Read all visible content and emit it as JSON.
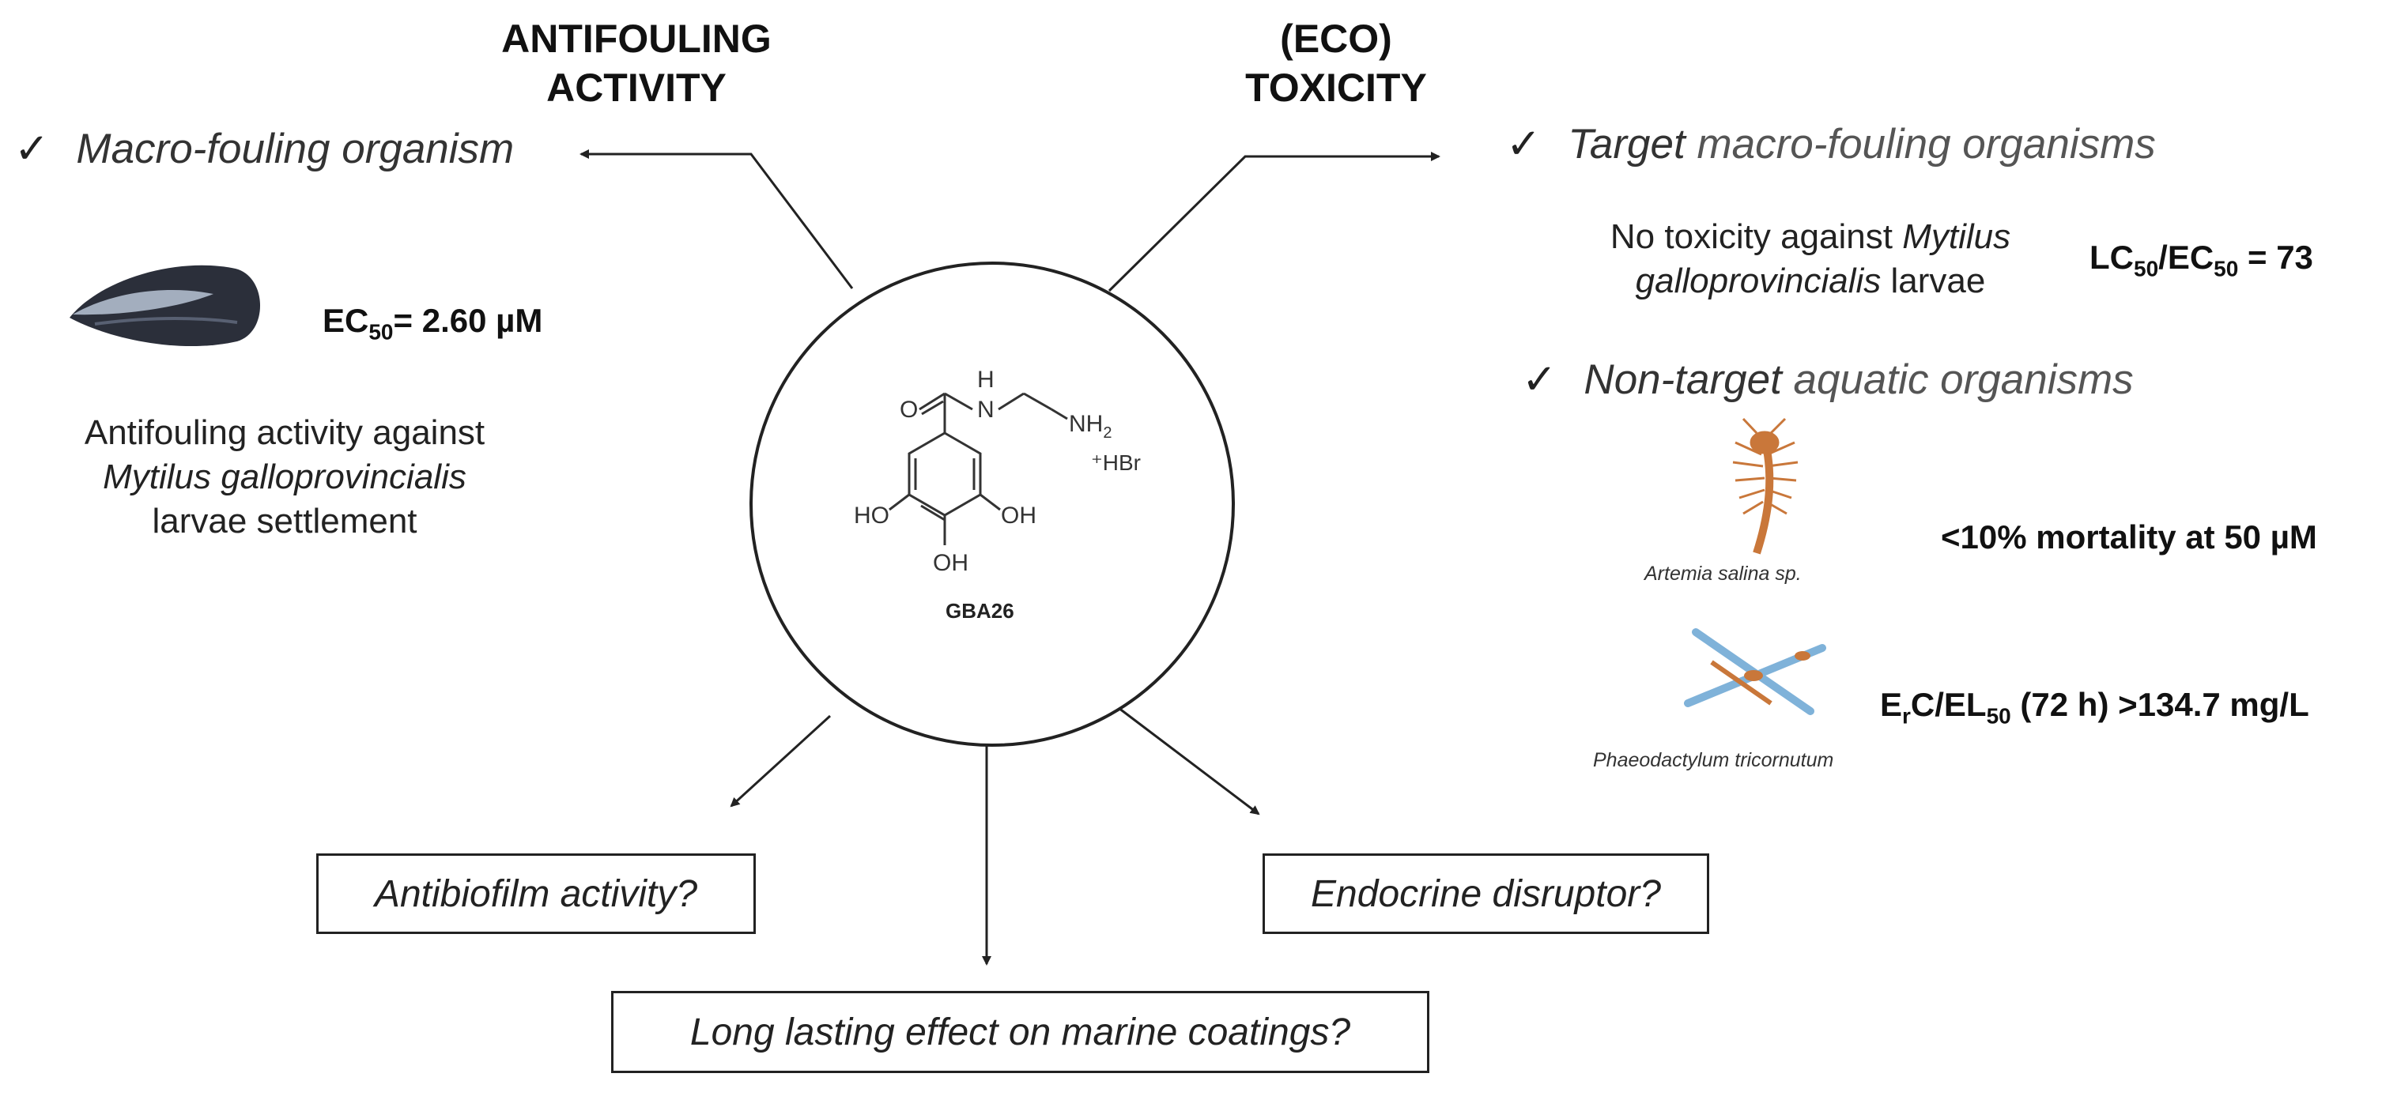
{
  "headings": {
    "antifouling_line1": "ANTIFOULING",
    "antifouling_line2": "ACTIVITY",
    "toxicity_line1": "(ECO)",
    "toxicity_line2": "TOXICITY"
  },
  "left": {
    "check": "✓",
    "macro_fouling": "Macro-fouling organism",
    "ec50_label": "EC",
    "ec50_sub": "50",
    "ec50_value": "= 2.60 µM",
    "desc_line1": "Antifouling activity against",
    "desc_line2": "Mytilus galloprovincialis",
    "desc_line3": "larvae settlement"
  },
  "center": {
    "compound_name": "GBA26",
    "atom_h": "H",
    "atom_n": "N",
    "atom_o": "O",
    "atom_nh2": "NH",
    "atom_nh2_sub": "2",
    "atom_ho": "HO",
    "atom_oh_right": "OH",
    "atom_oh_bottom": "OH",
    "salt": "⁺HBr"
  },
  "right": {
    "check": "✓",
    "target_word": "Target",
    "target_rest": " macro-fouling organisms",
    "no_tox_line1_a": "No toxicity against ",
    "no_tox_line1_b": "Mytilus",
    "no_tox_line2_a": "galloprovincialis",
    "no_tox_line2_b": " larvae",
    "lc_label": "LC",
    "lc_sub": "50",
    "ec_label": "/EC",
    "ec_sub": "50",
    "ratio_value": " = 73",
    "nontarget_word": "Non-target",
    "nontarget_rest": " aquatic organisms",
    "artemia_caption": "Artemia salina sp.",
    "artemia_metric": "<10% mortality at 50 µM",
    "phaeo_caption": "Phaeodactylum tricornutum",
    "erc_label": "E",
    "erc_sub": "r",
    "erc_rest": "C/EL",
    "el_sub": "50",
    "erc_value": " (72 h) >134.7 mg/L"
  },
  "questions": {
    "antibiofilm": "Antibiofilm activity?",
    "endocrine": "Endocrine disruptor?",
    "long_lasting": "Long lasting effect on marine coatings?"
  },
  "colors": {
    "line": "#222222",
    "mussel_shell": "#2b2f3a",
    "mussel_highlight": "#b9c4d6",
    "artemia": "#c9773a",
    "diatom": "#7fb2d9"
  }
}
